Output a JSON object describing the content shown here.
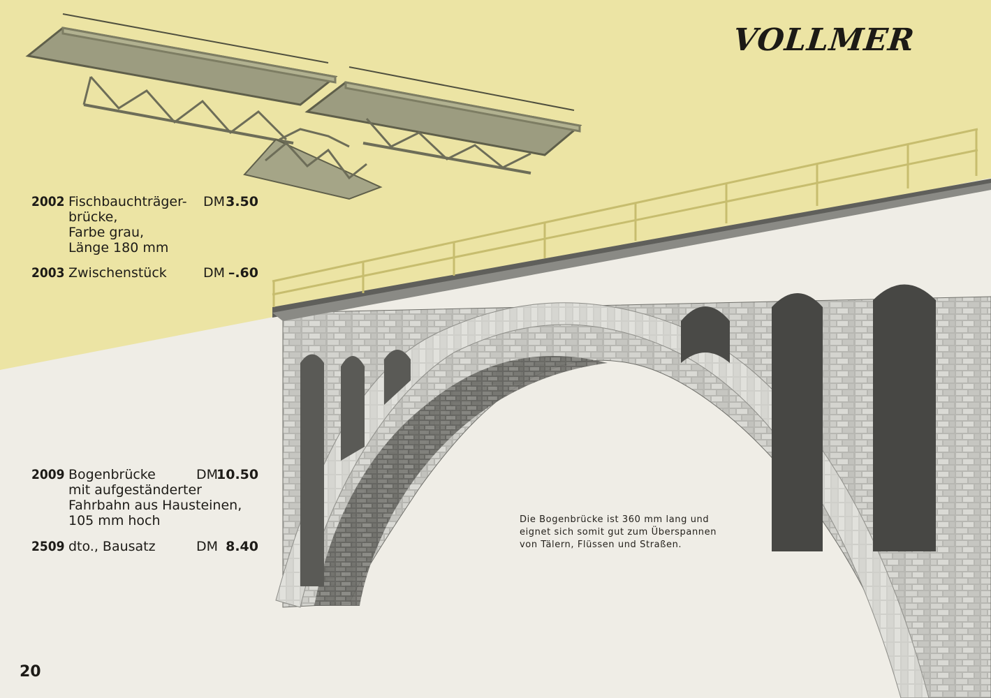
{
  "brand": {
    "name": "VOLLMER"
  },
  "products": [
    {
      "number": "2002",
      "description_lines": [
        "Fischbauchträger-",
        "brücke,",
        "Farbe grau,",
        "Länge 180 mm"
      ],
      "currency": "DM",
      "price": "3.50"
    },
    {
      "number": "2003",
      "description_lines": [
        "Zwischenstück"
      ],
      "currency": "DM",
      "price": "–.60"
    },
    {
      "number": "2009",
      "description_lines": [
        "Bogenbrücke",
        "mit aufgeständerter",
        "Fahrbahn aus Hausteinen,",
        "105 mm hoch"
      ],
      "currency": "DM",
      "price": "10.50"
    },
    {
      "number": "2509",
      "description_lines": [
        "dto., Bausatz"
      ],
      "currency": "DM",
      "price": "8.40"
    }
  ],
  "caption": {
    "lines": [
      "Die Bogenbrücke ist 360 mm lang und",
      "eignet sich somit gut zum Überspannen",
      "von Tälern, Flüssen und Straßen."
    ]
  },
  "page_number": "20",
  "colors": {
    "top_yellow": "#ece4a4",
    "bottom_paper": "#efede6",
    "stone_light": "#c9c9c4",
    "stone_dark": "#6f6f6a",
    "girder": "#8f8f72",
    "railing": "#c7bd6e"
  }
}
